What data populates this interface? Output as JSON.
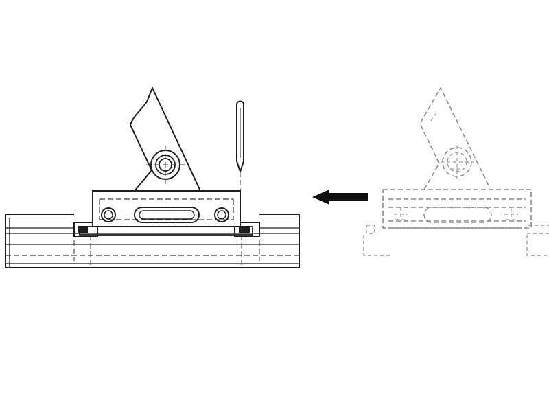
{
  "diagram": {
    "left_view": {
      "parts": [
        "rail-profile",
        "base-plate",
        "clamp-lever",
        "pivot-bolt",
        "slot",
        "mounting-screws",
        "pin"
      ],
      "state": "installed"
    },
    "right_view": {
      "parts": [
        "rail-profile",
        "base-plate",
        "clamp-lever",
        "pivot-bolt",
        "slot",
        "mounting-screws"
      ],
      "state": "phantom"
    },
    "arrow": {
      "direction": "left",
      "color": "#111111"
    },
    "colors": {
      "line": "#1e1e1e",
      "phantom_line": "#8a8a8a",
      "background": "#ffffff"
    }
  }
}
